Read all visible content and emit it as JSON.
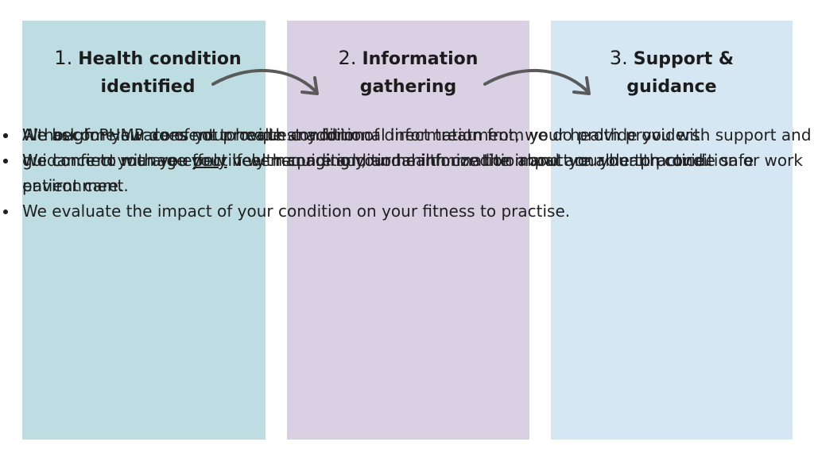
{
  "colors": {
    "panel_1_bg": "#bddde3",
    "panel_2_bg": "#d9d0e3",
    "panel_3_bg": "#d6e7f4",
    "arrow": "#5a5a5a"
  },
  "steps": [
    {
      "number": "1.",
      "title_line1": "Health condition",
      "title_line2": "identified",
      "bullets": [
        {
          "text": "We become aware of your health condition."
        },
        {
          "pre": "We connect with you ",
          "underlined": "only",
          "post": " if we require additional information about your health condition or work environment."
        },
        {
          "text": "We evaluate the impact of your condition on your fitness to practise."
        }
      ]
    },
    {
      "number": "2.",
      "title_line1": "Information",
      "title_line2": "gathering",
      "bullets": [
        {
          "text": "We ask for your consent to request additional information from your health providers."
        },
        {
          "text": "We confirm you are effectively managing your health condition and are able to provide safe patient care."
        }
      ]
    },
    {
      "number": "3.",
      "title_line1": "Support &",
      "title_line2": "guidance",
      "bullets": [
        {
          "text": "Although PHMP does not provide any form of direct treatment, we do provide you with support and guidance to manage your health condition, and minimize the impact on your practice."
        }
      ]
    }
  ]
}
